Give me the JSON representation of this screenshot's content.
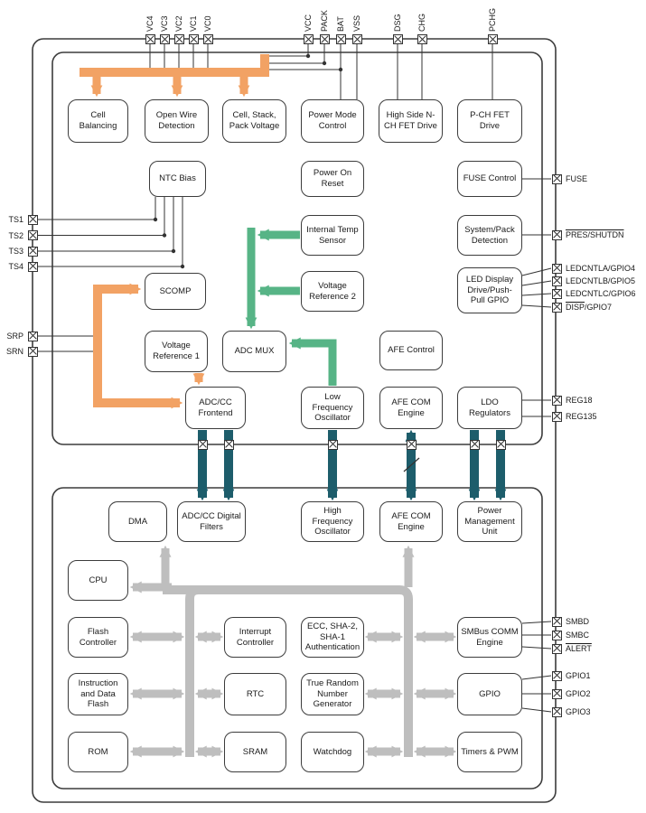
{
  "pins": {
    "top": {
      "vc4": "VC4",
      "vc3": "VC3",
      "vc2": "VC2",
      "vc1": "VC1",
      "vc0": "VC0",
      "vcc": "VCC",
      "pack": "PACK",
      "bat": "BAT",
      "vss": "VSS",
      "dsg": "DSG",
      "chg": "CHG",
      "pchg": "PCHG"
    },
    "left": {
      "ts1": "TS1",
      "ts2": "TS2",
      "ts3": "TS3",
      "ts4": "TS4",
      "srp": "SRP",
      "srn": "SRN"
    },
    "right": {
      "fuse": "FUSE",
      "pres": "PRES/SHUTDN",
      "ledcntla": "LEDCNTLA/GPIO4",
      "ledcntlb": "LEDCNTLB/GPIO5",
      "ledcntlc": "LEDCNTLC/GPIO6",
      "disp_bar": "DISP",
      "disp_rest": "/GPIO7",
      "reg18": "REG18",
      "reg135": "REG135",
      "smbd": "SMBD",
      "smbc": "SMBC",
      "alert": "ALERT",
      "gpio1": "GPIO1",
      "gpio2": "GPIO2",
      "gpio3": "GPIO3"
    }
  },
  "blocks": {
    "cell_balancing": "Cell Balancing",
    "open_wire": "Open Wire Detection",
    "cell_stack": "Cell, Stack, Pack Voltage",
    "power_mode": "Power Mode Control",
    "hs_fet": "High Side N-CH FET Drive",
    "pch_fet": "P-CH FET Drive",
    "ntc_bias": "NTC Bias",
    "por": "Power On Reset",
    "fuse_control": "FUSE Control",
    "internal_temp": "Internal Temp Sensor",
    "system_pack": "System/Pack Detection",
    "scomp": "SCOMP",
    "vref2": "Voltage Reference 2",
    "led_display": "LED Display Drive/Push-Pull GPIO",
    "vref1": "Voltage Reference 1",
    "adc_mux": "ADC MUX",
    "afe_control": "AFE Control",
    "adc_cc_frontend": "ADC/CC Frontend",
    "lfo": "Low Frequency Oscillator",
    "afe_com_afe": "AFE COM Engine",
    "ldo": "LDO Regulators",
    "dma": "DMA",
    "adc_cc_filters": "ADC/CC Digital Filters",
    "hfo": "High Frequency Oscillator",
    "afe_com_dig": "AFE COM Engine",
    "pmu": "Power Management Unit",
    "cpu": "CPU",
    "flash_ctrl": "Flash Controller",
    "int_ctrl": "Interrupt Controller",
    "ecc": "ECC, SHA-2, SHA-1 Authentication",
    "smbus": "SMBus COMM Engine",
    "data_flash": "Instruction and Data Flash",
    "rtc": "RTC",
    "trng": "True Random Number Generator",
    "gpio": "GPIO",
    "rom": "ROM",
    "sram": "SRAM",
    "watchdog": "Watchdog",
    "timers": "Timers & PWM"
  },
  "colors": {
    "orange": "#F2A264",
    "green": "#57B486",
    "teal": "#1D5D6B",
    "gray": "#BEBEBE",
    "outline": "#3C3C3C"
  }
}
